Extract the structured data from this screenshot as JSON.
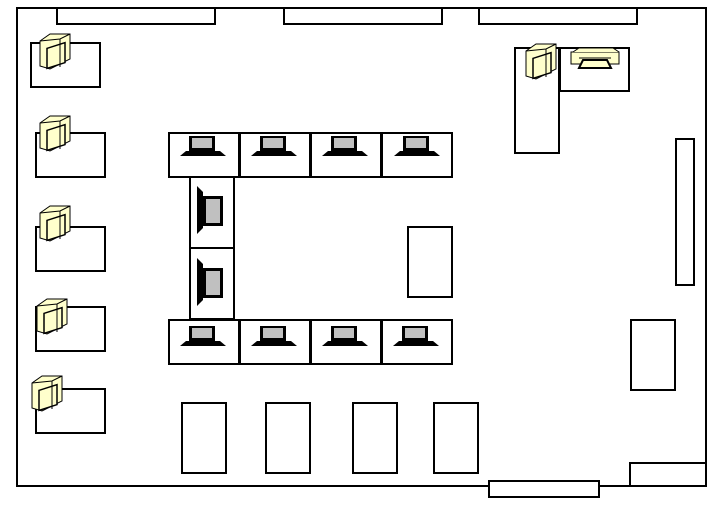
{
  "diagram": {
    "type": "office floor plan",
    "icons": {
      "monitor": "monitor-icon",
      "laptop": "laptop-icon",
      "printer": "printer-icon"
    },
    "colors": {
      "monitor_fill": "#ffffcc",
      "laptop_screen": "#c0c0c0",
      "line": "#000000"
    },
    "counts": {
      "monitors": 6,
      "laptops": 10,
      "printers": 1
    }
  }
}
